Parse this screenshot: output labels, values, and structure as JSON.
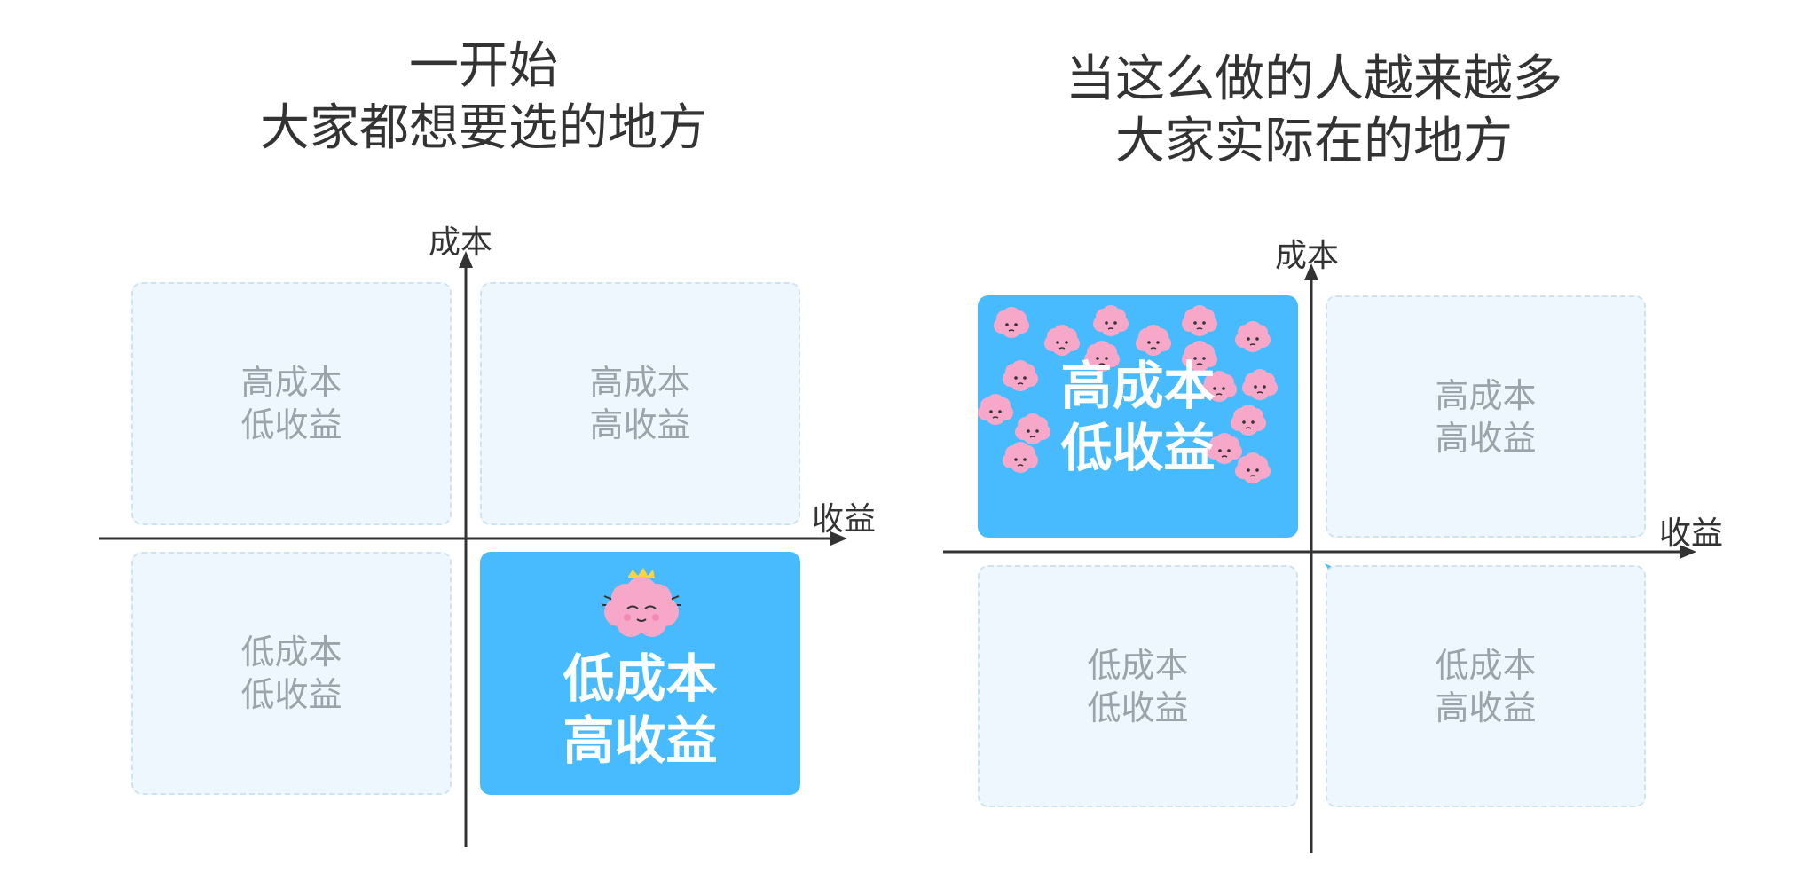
{
  "left": {
    "title": [
      "一开始",
      "大家都想要选的地方"
    ],
    "y_axis_label": "成本",
    "x_axis_label": "收益",
    "quadrants": {
      "top_left": [
        "高成本",
        "低收益"
      ],
      "top_right": [
        "高成本",
        "高收益"
      ],
      "bottom_left": [
        "低成本",
        "低收益"
      ],
      "bottom_right": [
        "低成本",
        "高收益"
      ]
    },
    "highlighted": "bottom_right"
  },
  "right": {
    "title": [
      "当这么做的人越来越多",
      "大家实际在的地方"
    ],
    "y_axis_label": "成本",
    "x_axis_label": "收益",
    "quadrants": {
      "top_left": [
        "高成本",
        "低收益"
      ],
      "top_right": [
        "高成本",
        "高收益"
      ],
      "bottom_left": [
        "低成本",
        "低收益"
      ],
      "bottom_right": [
        "低成本",
        "高收益"
      ]
    },
    "highlighted": "top_left"
  },
  "colors": {
    "highlight": "#47bbfd",
    "dim_fill": "#eef7fd",
    "dim_border": "#cfe3ef",
    "dim_text": "#9aa4ac",
    "axis": "#333333",
    "character": "#f7a8c8",
    "crown": "#ffd23f"
  }
}
